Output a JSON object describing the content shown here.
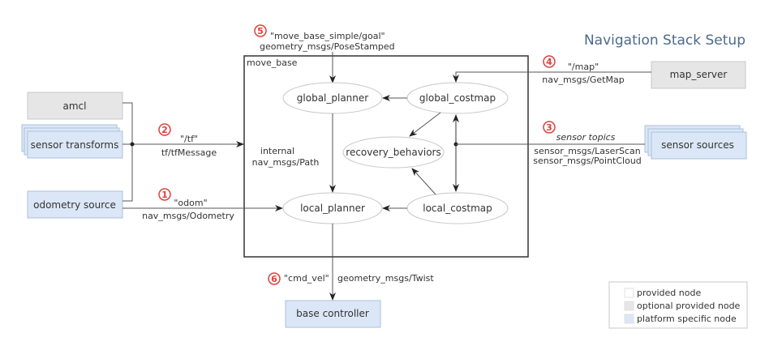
{
  "title": "Navigation Stack Setup",
  "container": {
    "label": "move_base"
  },
  "colors": {
    "provided": "#ffffff",
    "optional": "#e6e6e6",
    "platform": "#dbe7f6",
    "accent_number": "#e0403a",
    "title": "#4a6a8e"
  },
  "nodes": {
    "amcl": "amcl",
    "sensor_transforms": "sensor transforms",
    "odometry_source": "odometry source",
    "map_server": "map_server",
    "sensor_sources": "sensor sources",
    "base_controller": "base controller",
    "global_planner": "global_planner",
    "global_costmap": "global_costmap",
    "recovery_behaviors": "recovery_behaviors",
    "local_planner": "local_planner",
    "local_costmap": "local_costmap"
  },
  "topics": {
    "odom": {
      "number": "1",
      "name": "\"odom\"",
      "type": "nav_msgs/Odometry"
    },
    "tf": {
      "number": "2",
      "name": "\"/tf\"",
      "type": "tf/tfMessage"
    },
    "sensor": {
      "number": "3",
      "name": "sensor topics",
      "type1": "sensor_msgs/LaserScan",
      "type2": "sensor_msgs/PointCloud"
    },
    "map": {
      "number": "4",
      "name": "\"/map\"",
      "type": "nav_msgs/GetMap"
    },
    "goal": {
      "number": "5",
      "name": "\"move_base_simple/goal\"",
      "type": "geometry_msgs/PoseStamped"
    },
    "cmd_vel": {
      "number": "6",
      "name": "\"cmd_vel\"",
      "type": "geometry_msgs/Twist"
    },
    "internal": {
      "line1": "internal",
      "line2": "nav_msgs/Path"
    }
  },
  "legend": {
    "items": [
      {
        "label": "provided node",
        "kind": "provided"
      },
      {
        "label": "optional provided node",
        "kind": "optional"
      },
      {
        "label": "platform specific node",
        "kind": "platform"
      }
    ]
  }
}
